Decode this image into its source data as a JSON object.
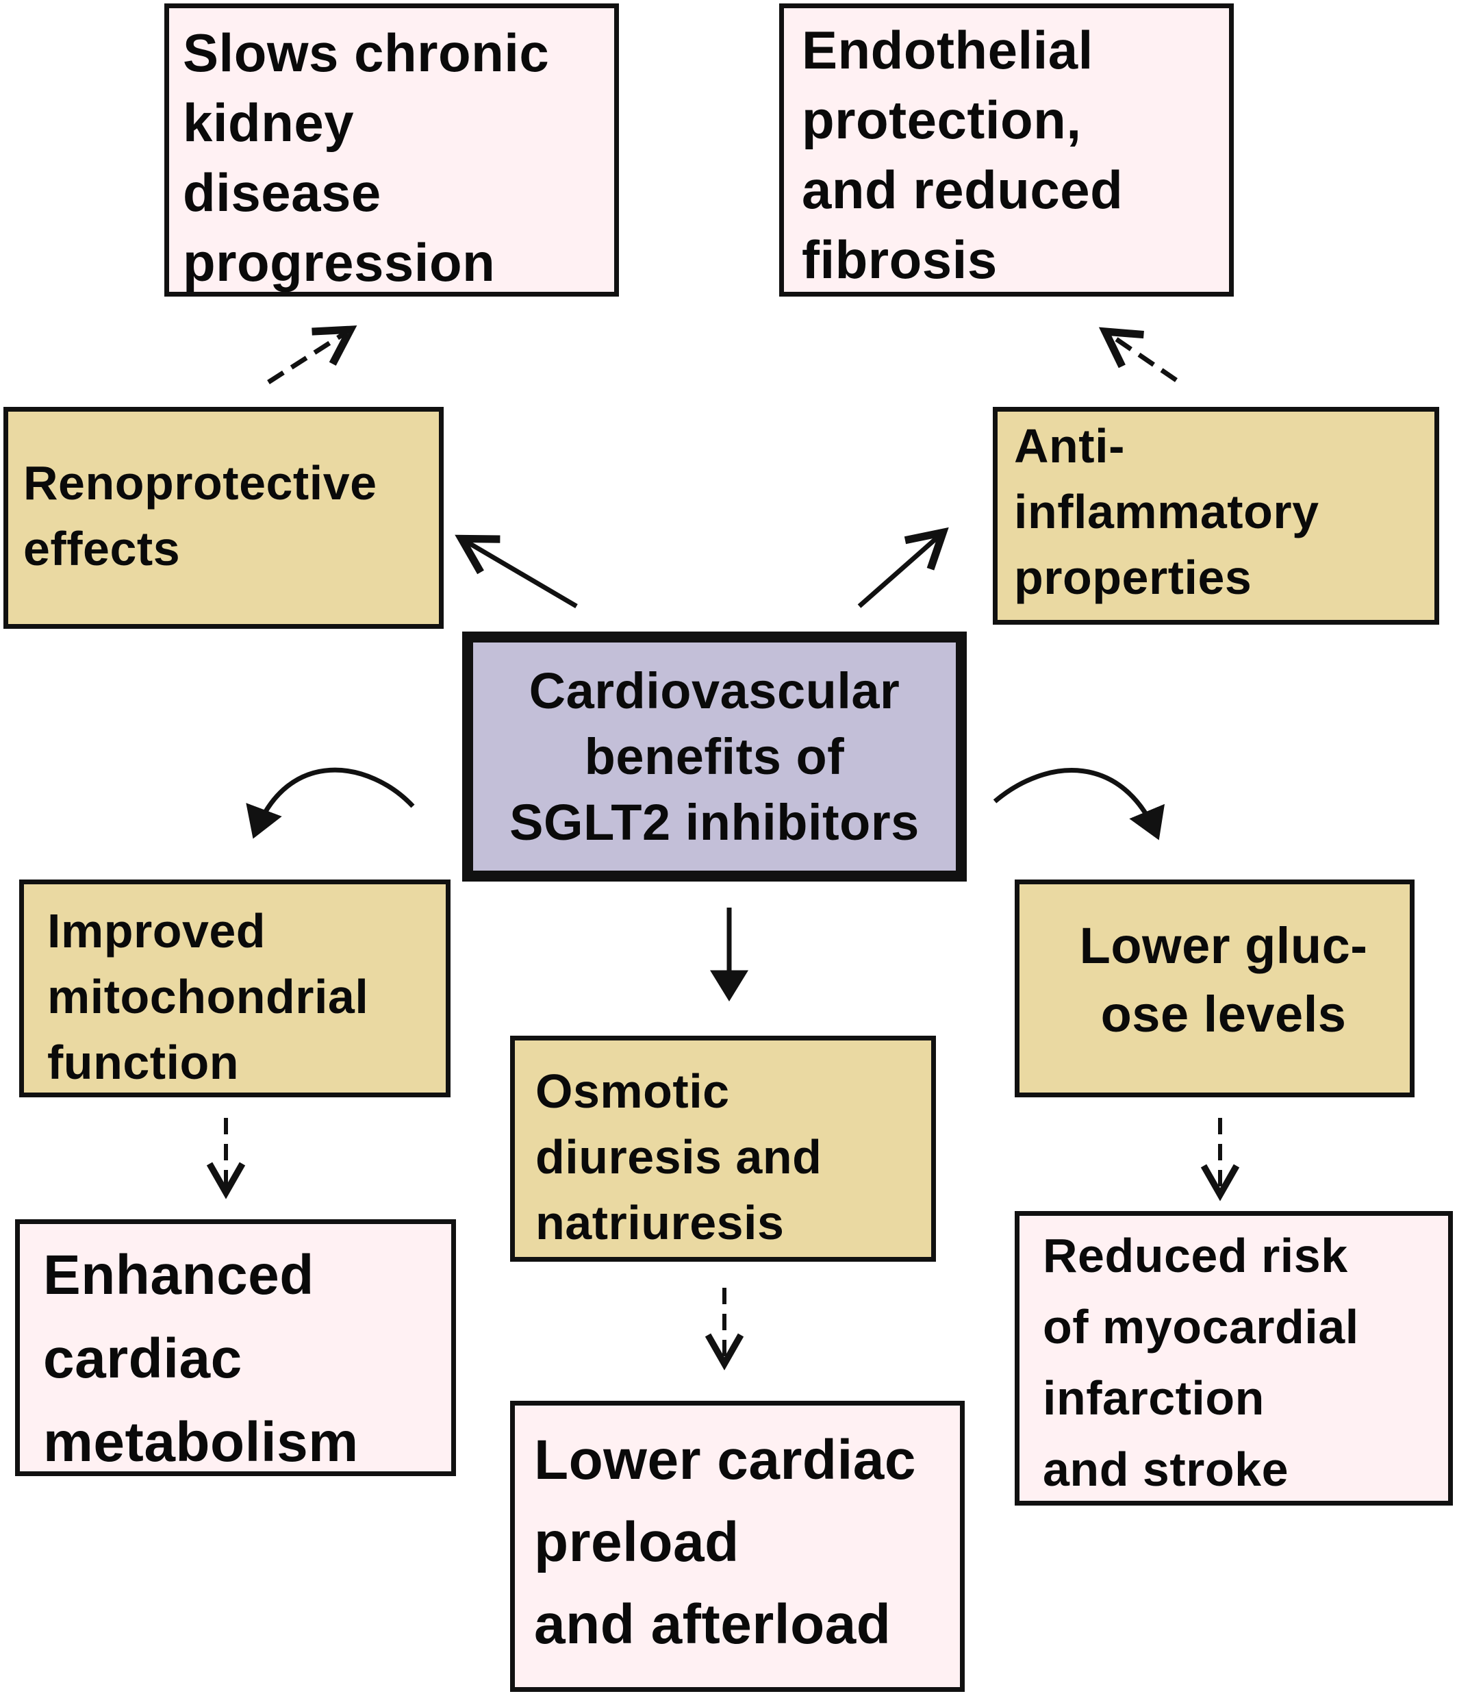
{
  "center": {
    "label": "Cardiovascular\nbenefits of\nSGLT2 inhibitors"
  },
  "mechanisms": {
    "renoprotective": "Renoprotective\neffects",
    "anti_inflammatory": "Anti-\ninflammatory\nproperties",
    "mitochondrial": "Improved\nmitochondrial\nfunction",
    "osmotic": "Osmotic\ndiuresis and\nnatriuresis",
    "glucose": "Lower gluc-\nose levels"
  },
  "outcomes": {
    "kidney": "Slows chronic\nkidney\ndisease\nprogression",
    "endothelial": "Endothelial\nprotection,\nand reduced\nfibrosis",
    "metabolism": "Enhanced\ncardiac\nmetabolism",
    "preload": "Lower  cardiac\npreload\nand afterload",
    "risk": "Reduced risk\nof myocardial\ninfarction\nand stroke"
  },
  "colors": {
    "outcome_fill": "#fff1f3",
    "mechanism_fill": "#ead9a2",
    "center_fill": "#c3bfd8",
    "stroke": "#111111"
  }
}
